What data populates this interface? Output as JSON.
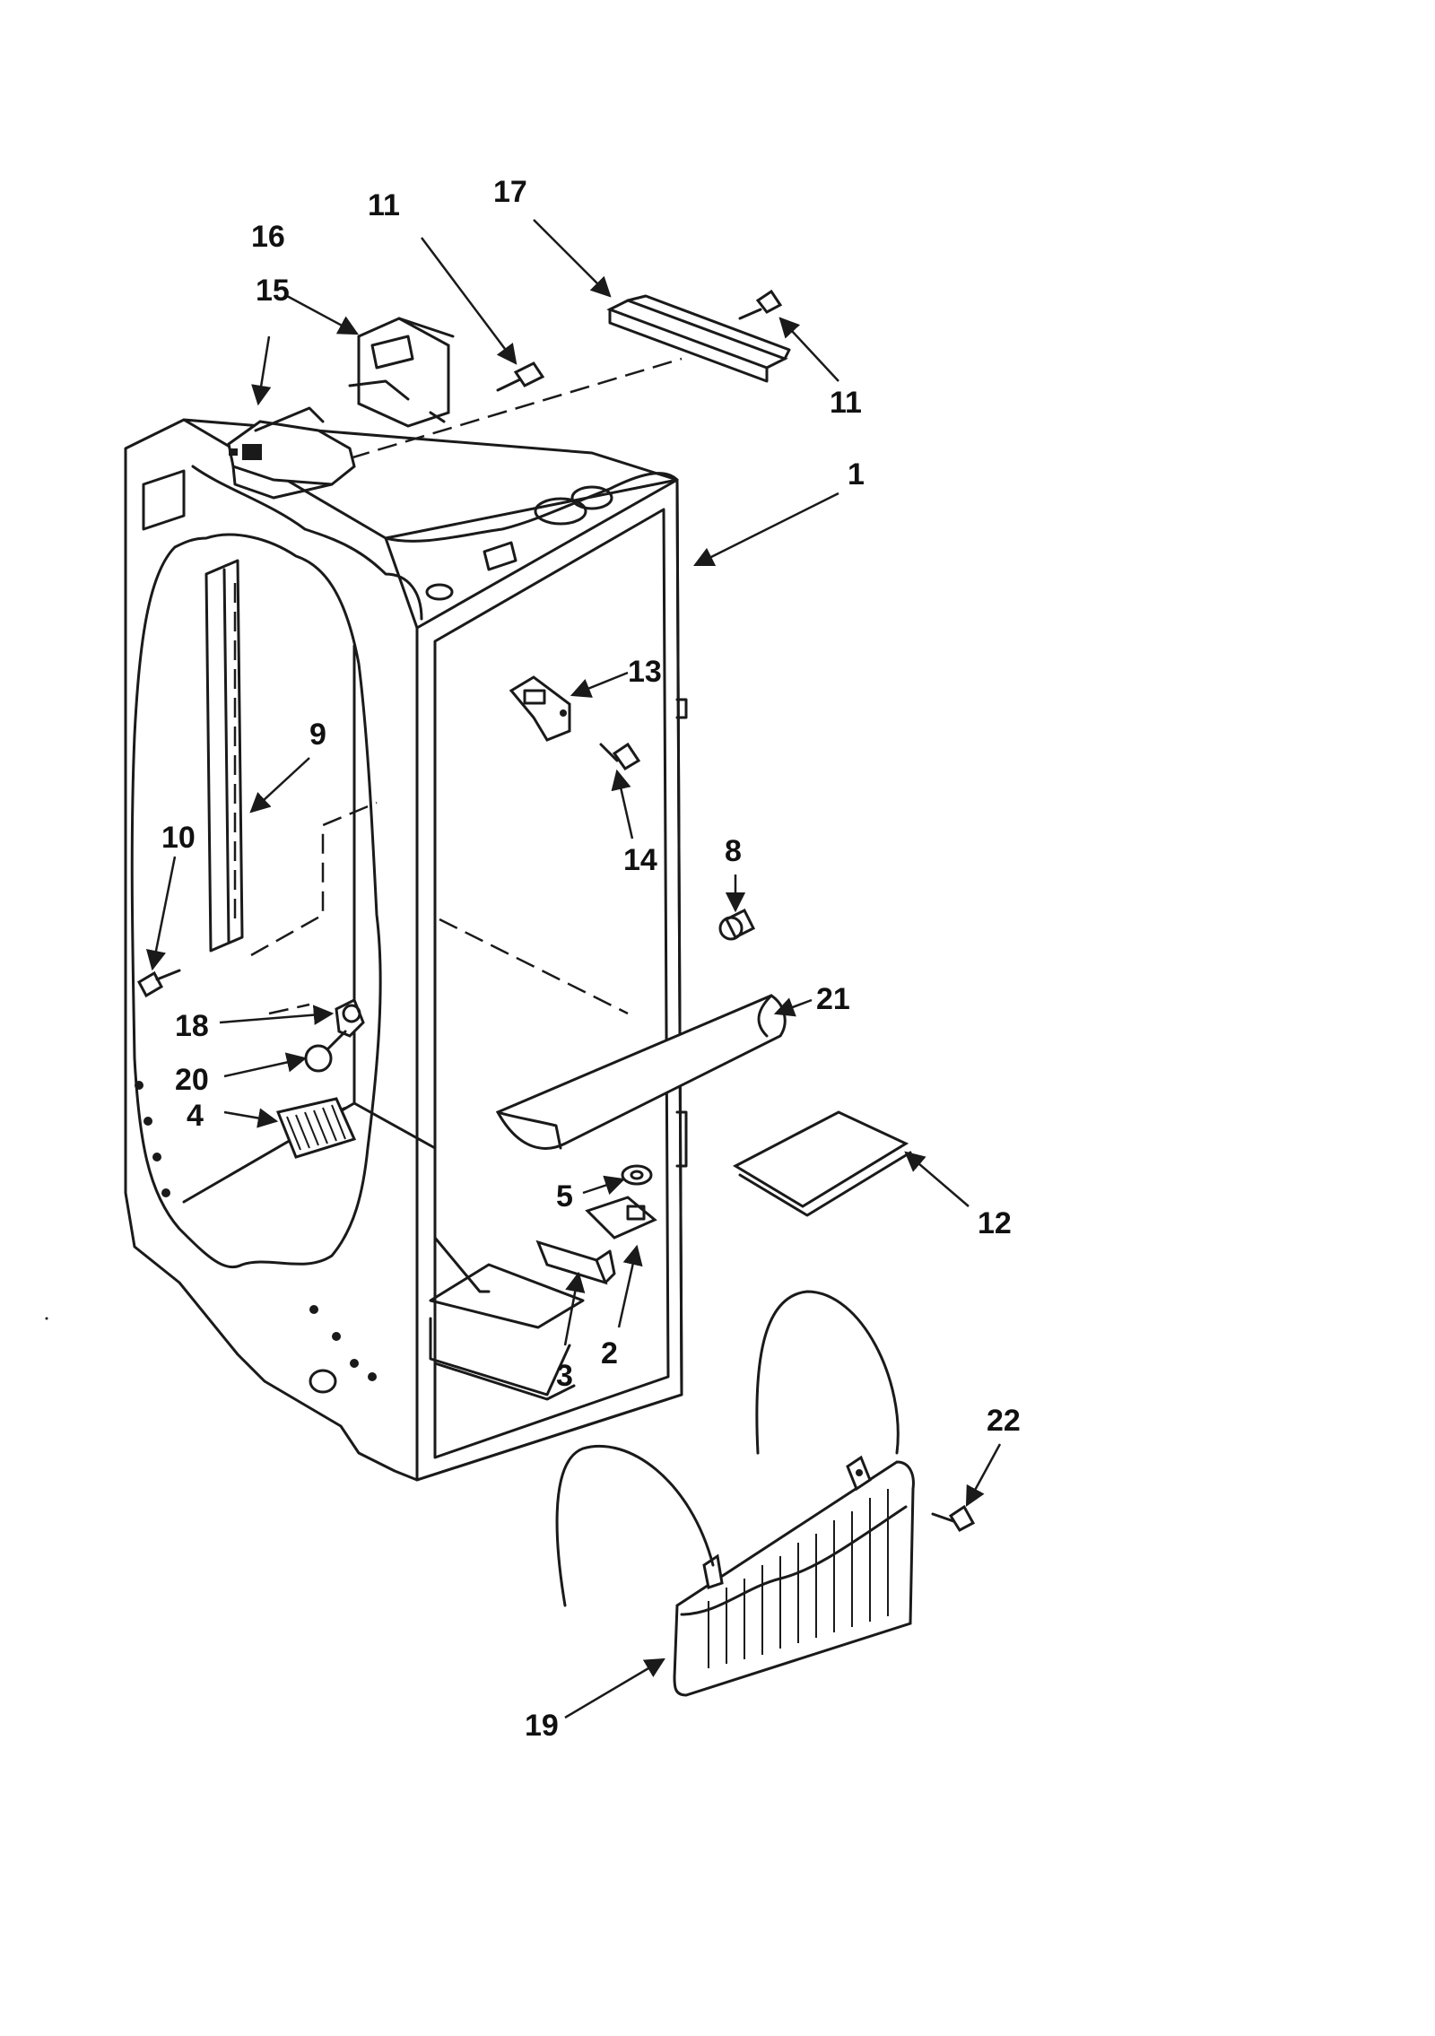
{
  "diagram": {
    "callouts": [
      {
        "id": "c1",
        "label": "1"
      },
      {
        "id": "c2",
        "label": "2"
      },
      {
        "id": "c3",
        "label": "3"
      },
      {
        "id": "c4",
        "label": "4"
      },
      {
        "id": "c5",
        "label": "5"
      },
      {
        "id": "c8",
        "label": "8"
      },
      {
        "id": "c9",
        "label": "9"
      },
      {
        "id": "c10",
        "label": "10"
      },
      {
        "id": "c11a",
        "label": "11"
      },
      {
        "id": "c11b",
        "label": "11"
      },
      {
        "id": "c12",
        "label": "12"
      },
      {
        "id": "c13",
        "label": "13"
      },
      {
        "id": "c14",
        "label": "14"
      },
      {
        "id": "c15",
        "label": "15"
      },
      {
        "id": "c16",
        "label": "16"
      },
      {
        "id": "c17",
        "label": "17"
      },
      {
        "id": "c18",
        "label": "18"
      },
      {
        "id": "c19",
        "label": "19"
      },
      {
        "id": "c20",
        "label": "20"
      },
      {
        "id": "c21",
        "label": "21"
      },
      {
        "id": "c22",
        "label": "22"
      }
    ]
  }
}
